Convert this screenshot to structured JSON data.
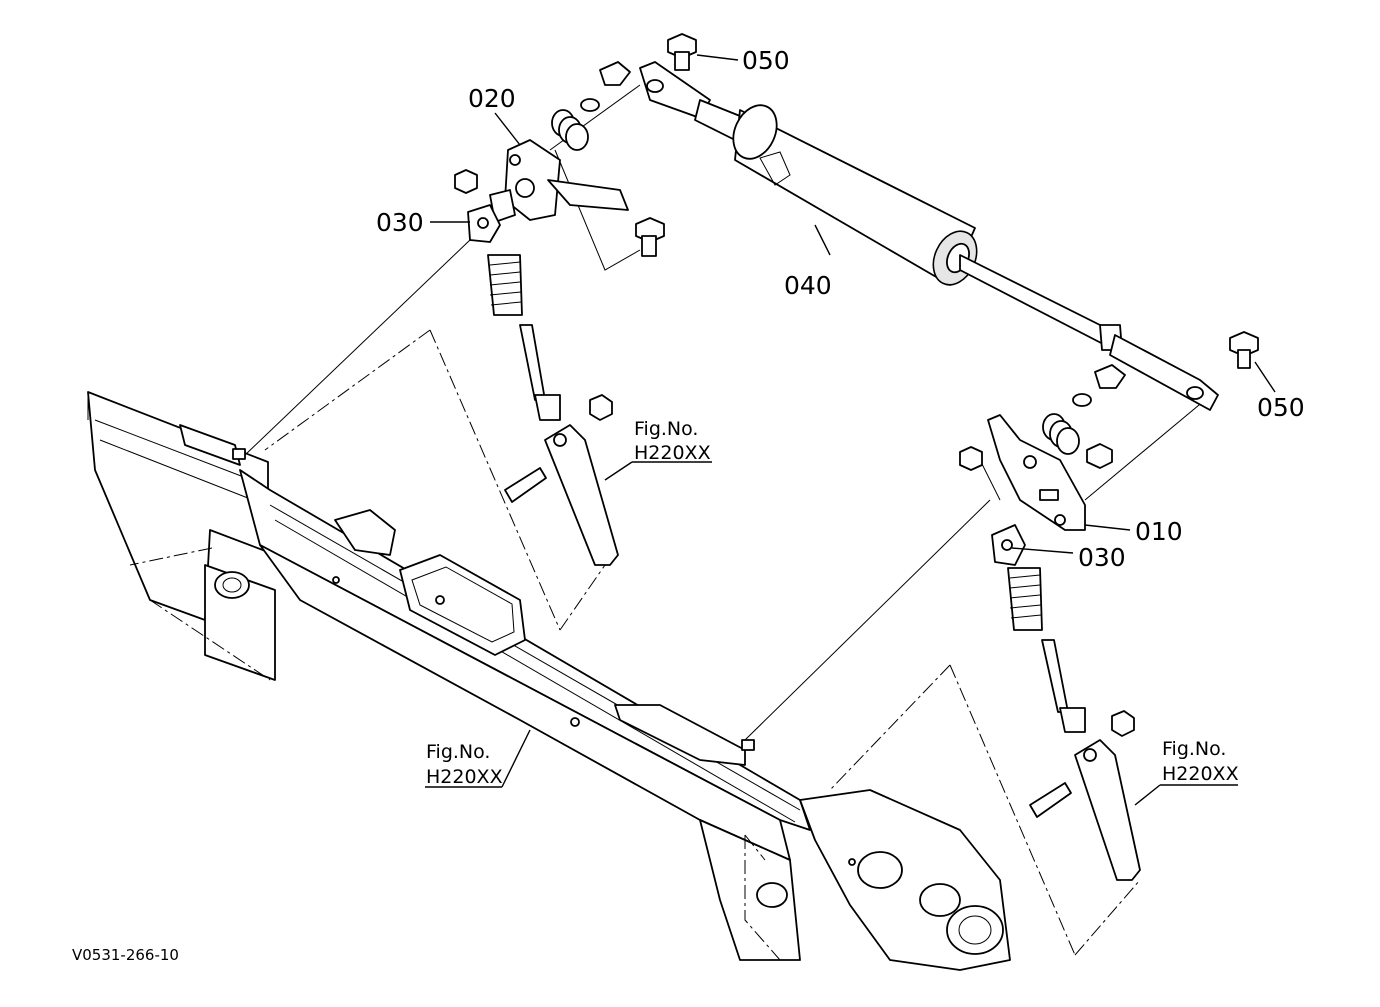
{
  "diagram": {
    "callouts": {
      "c010": "010",
      "c020": "020",
      "c030_left": "030",
      "c030_right": "030",
      "c040": "040",
      "c050_top": "050",
      "c050_right": "050"
    },
    "figure_refs": [
      {
        "line1": "Fig.No.",
        "line2": "H220XX"
      },
      {
        "line1": "Fig.No.",
        "line2": "H220XX"
      },
      {
        "line1": "Fig.No.",
        "line2": "H220XX"
      }
    ],
    "drawing_code": "V0531-266-10"
  }
}
